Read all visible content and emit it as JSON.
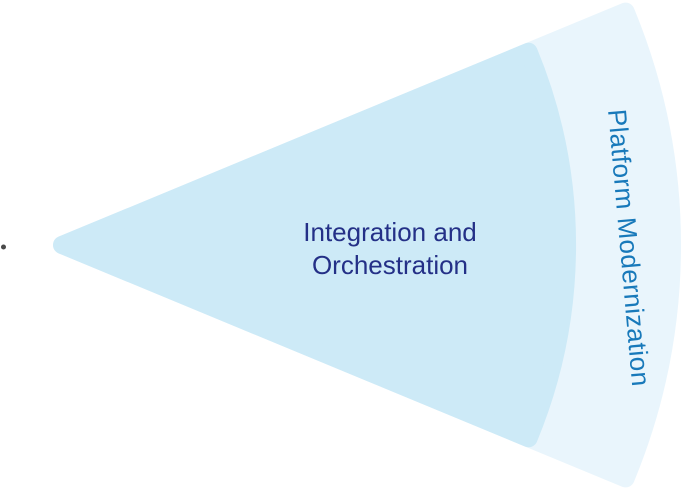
{
  "diagram": {
    "inner": {
      "label_lines": [
        "Integration and",
        "Orchestration"
      ]
    },
    "outer": {
      "label": "Platform Modernization"
    },
    "colors": {
      "inner_cone": "#cdeaf7",
      "outer_band": "#e9f5fc",
      "inner_text": "#243087",
      "outer_text": "#1879ba",
      "dot": "#4a4a4a"
    }
  }
}
